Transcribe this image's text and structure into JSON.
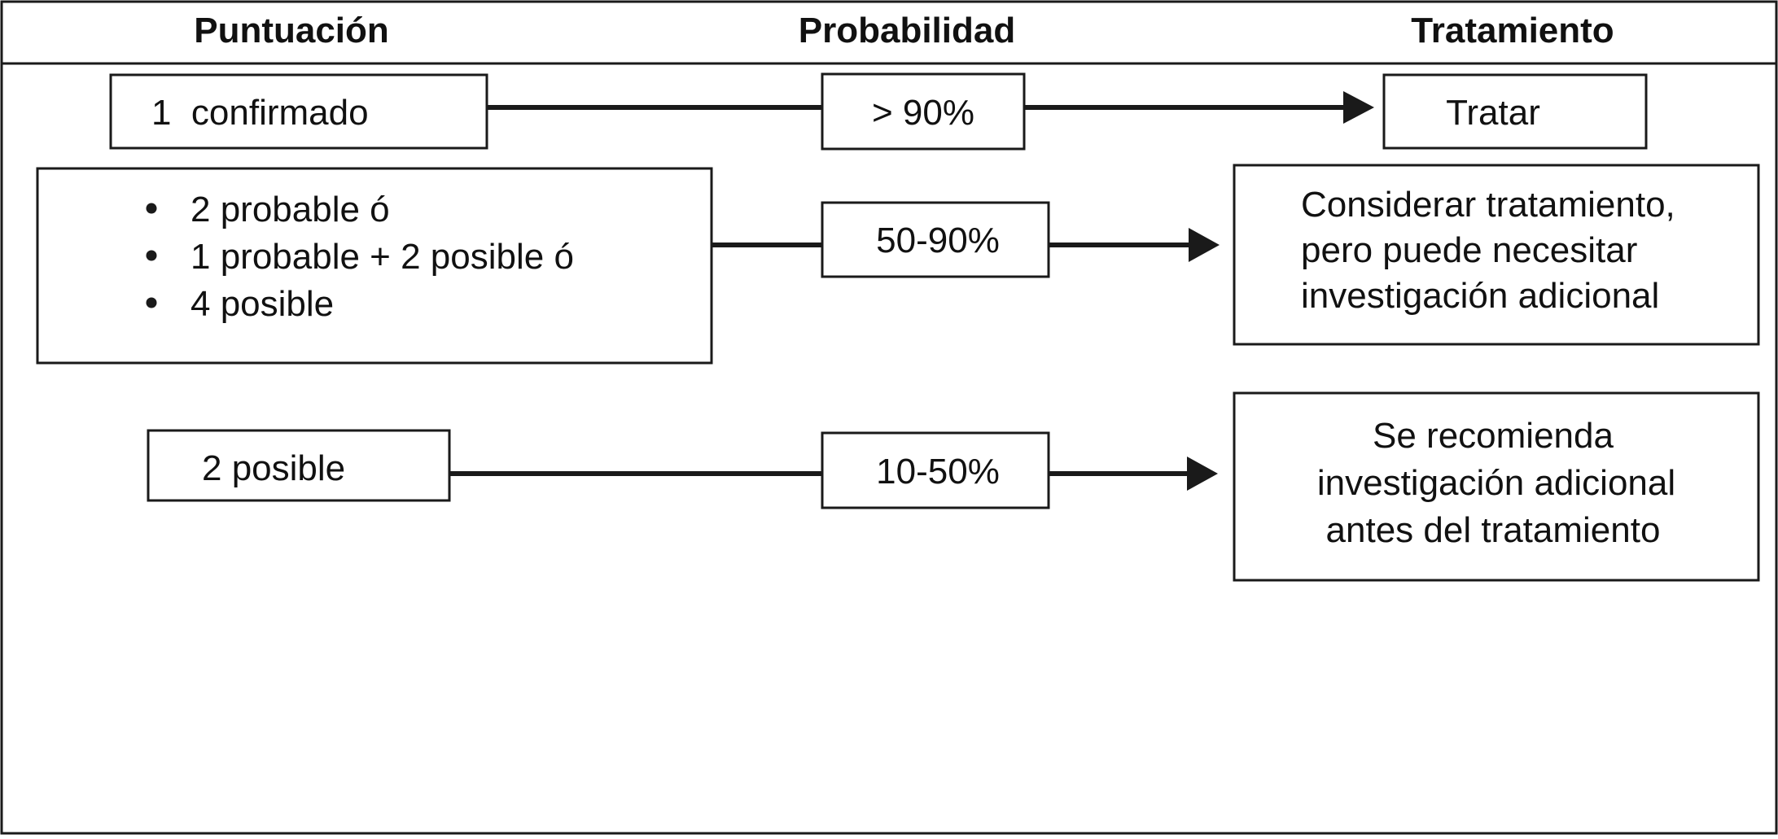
{
  "headers": {
    "col1": "Puntuación",
    "col2": "Probabilidad",
    "col3": "Tratamiento"
  },
  "rows": [
    {
      "score": "1  confirmado",
      "probability": "> 90%",
      "treatment": [
        "Tratar"
      ]
    },
    {
      "score_items": [
        "2 probable ó",
        "1 probable + 2 posible ó",
        "4 posible"
      ],
      "probability": "50-90%",
      "treatment": [
        "Considerar tratamiento,",
        "pero puede necesitar",
        "investigación adicional"
      ]
    },
    {
      "score": "2 posible",
      "probability": "10-50%",
      "treatment": [
        "Se recomienda",
        "investigación adicional",
        "antes del tratamiento"
      ]
    }
  ],
  "icons": {
    "bullet": "bullet-dot-icon",
    "arrow": "arrow-right-icon"
  },
  "colors": {
    "line": "#1a1a1a",
    "background": "#ffffff"
  }
}
